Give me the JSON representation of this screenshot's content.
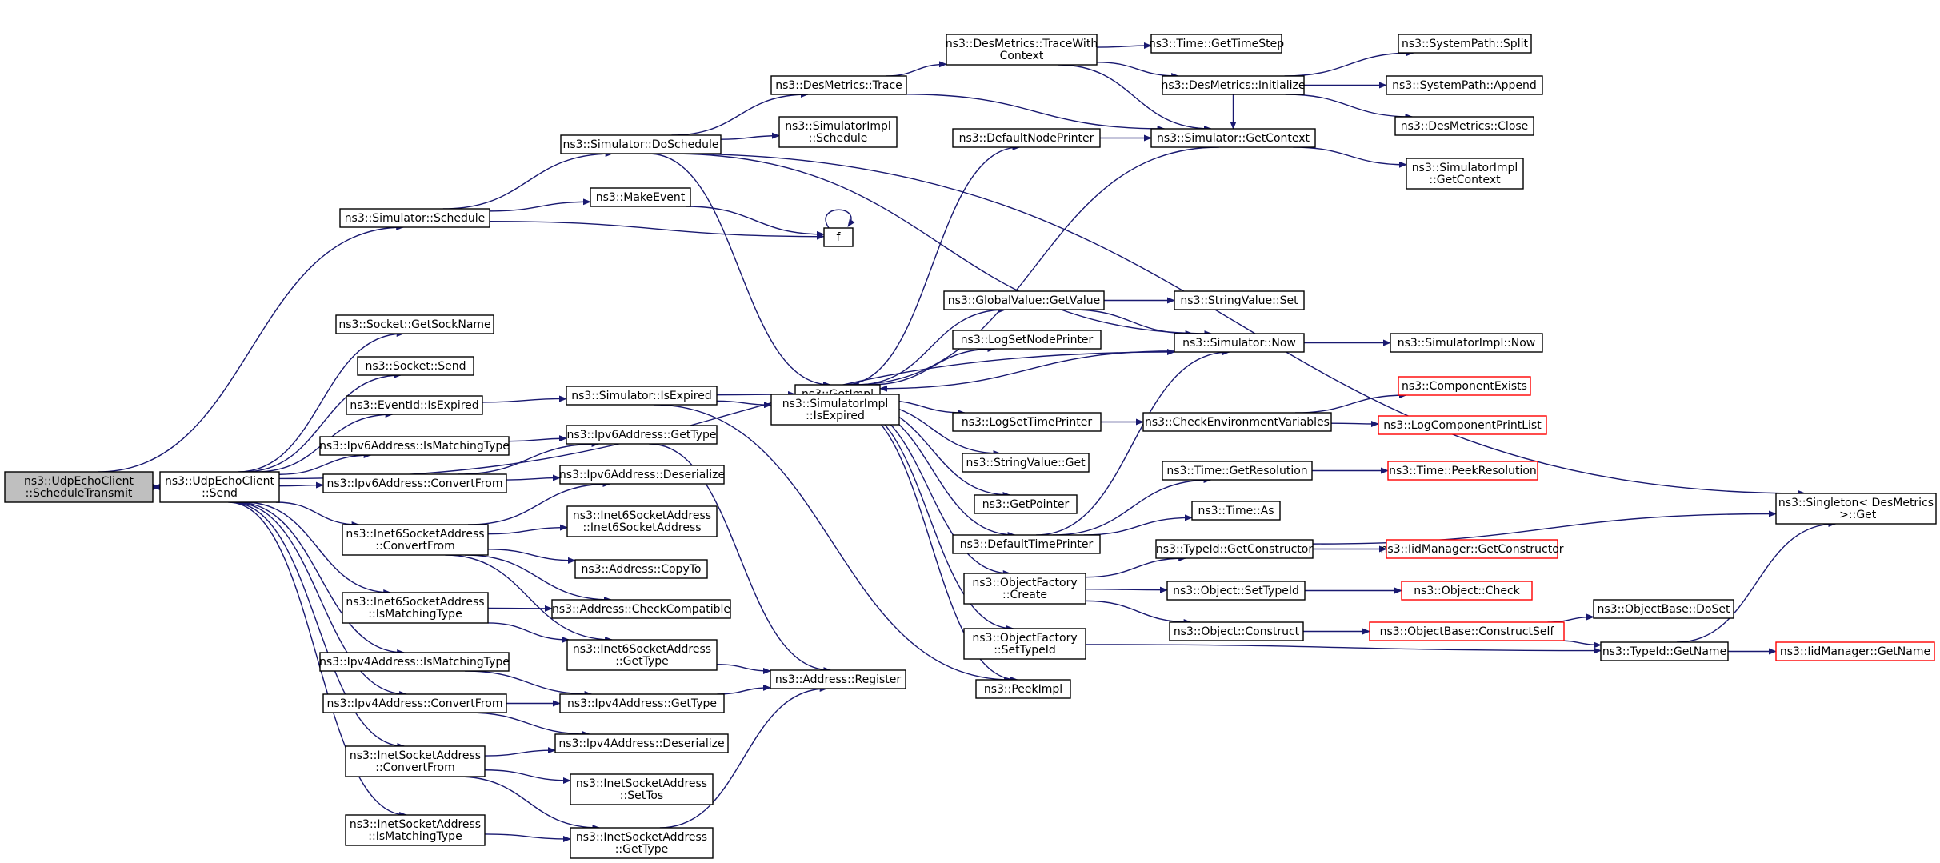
{
  "graph_title": "",
  "colors": {
    "edge": "#191970",
    "node_border": "#000000",
    "external_border": "#ff0000",
    "root_fill": "#bfbfbf"
  },
  "nodes": [
    {
      "id": "root",
      "lines": [
        "ns3::UdpEchoClient",
        "::ScheduleTransmit"
      ],
      "kind": "root"
    },
    {
      "id": "send",
      "lines": [
        "ns3::UdpEchoClient",
        "::Send"
      ],
      "kind": "normal"
    },
    {
      "id": "sim_schedule",
      "lines": [
        "ns3::Simulator::Schedule"
      ],
      "kind": "normal"
    },
    {
      "id": "sim_doschedule",
      "lines": [
        "ns3::Simulator::DoSchedule"
      ],
      "kind": "normal"
    },
    {
      "id": "makeevent",
      "lines": [
        "ns3::MakeEvent"
      ],
      "kind": "normal"
    },
    {
      "id": "f",
      "lines": [
        "f"
      ],
      "kind": "normal"
    },
    {
      "id": "des_trace",
      "lines": [
        "ns3::DesMetrics::Trace"
      ],
      "kind": "normal"
    },
    {
      "id": "des_tracewith",
      "lines": [
        "ns3::DesMetrics::TraceWith",
        "Context"
      ],
      "kind": "normal"
    },
    {
      "id": "time_getstep",
      "lines": [
        "ns3::Time::GetTimeStep"
      ],
      "kind": "normal"
    },
    {
      "id": "des_init",
      "lines": [
        "ns3::DesMetrics::Initialize"
      ],
      "kind": "normal"
    },
    {
      "id": "sp_split",
      "lines": [
        "ns3::SystemPath::Split"
      ],
      "kind": "normal"
    },
    {
      "id": "sp_append",
      "lines": [
        "ns3::SystemPath::Append"
      ],
      "kind": "normal"
    },
    {
      "id": "des_close",
      "lines": [
        "ns3::DesMetrics::Close"
      ],
      "kind": "normal"
    },
    {
      "id": "simimpl_schedule",
      "lines": [
        "ns3::SimulatorImpl",
        "::Schedule"
      ],
      "kind": "normal"
    },
    {
      "id": "defnodeprinter",
      "lines": [
        "ns3::DefaultNodePrinter"
      ],
      "kind": "normal"
    },
    {
      "id": "sim_getcontext",
      "lines": [
        "ns3::Simulator::GetContext"
      ],
      "kind": "normal"
    },
    {
      "id": "simimpl_getcontext",
      "lines": [
        "ns3::SimulatorImpl",
        "::GetContext"
      ],
      "kind": "normal"
    },
    {
      "id": "getimpl",
      "lines": [
        "ns3::GetImpl"
      ],
      "kind": "normal"
    },
    {
      "id": "gv_getvalue",
      "lines": [
        "ns3::GlobalValue::GetValue"
      ],
      "kind": "normal"
    },
    {
      "id": "sv_set",
      "lines": [
        "ns3::StringValue::Set"
      ],
      "kind": "normal"
    },
    {
      "id": "logsetnode",
      "lines": [
        "ns3::LogSetNodePrinter"
      ],
      "kind": "normal"
    },
    {
      "id": "sim_now",
      "lines": [
        "ns3::Simulator::Now"
      ],
      "kind": "normal"
    },
    {
      "id": "simimpl_now",
      "lines": [
        "ns3::SimulatorImpl::Now"
      ],
      "kind": "normal"
    },
    {
      "id": "sock_getsockname",
      "lines": [
        "ns3::Socket::GetSockName"
      ],
      "kind": "normal"
    },
    {
      "id": "sock_send",
      "lines": [
        "ns3::Socket::Send"
      ],
      "kind": "normal"
    },
    {
      "id": "eventid_isexpired",
      "lines": [
        "ns3::EventId::IsExpired"
      ],
      "kind": "normal"
    },
    {
      "id": "sim_isexpired",
      "lines": [
        "ns3::Simulator::IsExpired"
      ],
      "kind": "normal"
    },
    {
      "id": "simimpl_isexpired",
      "lines": [
        "ns3::SimulatorImpl",
        "::IsExpired"
      ],
      "kind": "normal"
    },
    {
      "id": "logsettime",
      "lines": [
        "ns3::LogSetTimePrinter"
      ],
      "kind": "normal"
    },
    {
      "id": "checkenv",
      "lines": [
        "ns3::CheckEnvironmentVariables"
      ],
      "kind": "normal"
    },
    {
      "id": "compexists",
      "lines": [
        "ns3::ComponentExists"
      ],
      "kind": "ext"
    },
    {
      "id": "logcompprint",
      "lines": [
        "ns3::LogComponentPrintList"
      ],
      "kind": "ext"
    },
    {
      "id": "ipv6_ismatch",
      "lines": [
        "ns3::Ipv6Address::IsMatchingType"
      ],
      "kind": "normal"
    },
    {
      "id": "ipv6_gettype",
      "lines": [
        "ns3::Ipv6Address::GetType"
      ],
      "kind": "normal"
    },
    {
      "id": "sv_get",
      "lines": [
        "ns3::StringValue::Get"
      ],
      "kind": "normal"
    },
    {
      "id": "time_getres",
      "lines": [
        "ns3::Time::GetResolution"
      ],
      "kind": "normal"
    },
    {
      "id": "time_peekres",
      "lines": [
        "ns3::Time::PeekResolution"
      ],
      "kind": "ext"
    },
    {
      "id": "ipv6_convert",
      "lines": [
        "ns3::Ipv6Address::ConvertFrom"
      ],
      "kind": "normal"
    },
    {
      "id": "ipv6_deser",
      "lines": [
        "ns3::Ipv6Address::Deserialize"
      ],
      "kind": "normal"
    },
    {
      "id": "getpointer",
      "lines": [
        "ns3::GetPointer"
      ],
      "kind": "normal"
    },
    {
      "id": "time_as",
      "lines": [
        "ns3::Time::As"
      ],
      "kind": "normal"
    },
    {
      "id": "singleton_get",
      "lines": [
        "ns3::Singleton< DesMetrics",
        " >::Get"
      ],
      "kind": "normal"
    },
    {
      "id": "i6sa_convert",
      "lines": [
        "ns3::Inet6SocketAddress",
        "::ConvertFrom"
      ],
      "kind": "normal"
    },
    {
      "id": "i6sa_ctor",
      "lines": [
        "ns3::Inet6SocketAddress",
        "::Inet6SocketAddress"
      ],
      "kind": "normal"
    },
    {
      "id": "deftimeprinter",
      "lines": [
        "ns3::DefaultTimePrinter"
      ],
      "kind": "normal"
    },
    {
      "id": "typeid_getctor",
      "lines": [
        "ns3::TypeId::GetConstructor"
      ],
      "kind": "normal"
    },
    {
      "id": "iid_getctor",
      "lines": [
        "ns3::IidManager::GetConstructor"
      ],
      "kind": "ext"
    },
    {
      "id": "addr_copyto",
      "lines": [
        "ns3::Address::CopyTo"
      ],
      "kind": "normal"
    },
    {
      "id": "of_create",
      "lines": [
        "ns3::ObjectFactory",
        "::Create"
      ],
      "kind": "normal"
    },
    {
      "id": "obj_settypeid",
      "lines": [
        "ns3::Object::SetTypeId"
      ],
      "kind": "normal"
    },
    {
      "id": "obj_check",
      "lines": [
        "ns3::Object::Check"
      ],
      "kind": "ext"
    },
    {
      "id": "i6sa_ismatch",
      "lines": [
        "ns3::Inet6SocketAddress",
        "::IsMatchingType"
      ],
      "kind": "normal"
    },
    {
      "id": "addr_checkcompat",
      "lines": [
        "ns3::Address::CheckCompatible"
      ],
      "kind": "normal"
    },
    {
      "id": "objbase_doset",
      "lines": [
        "ns3::ObjectBase::DoSet"
      ],
      "kind": "normal"
    },
    {
      "id": "obj_construct",
      "lines": [
        "ns3::Object::Construct"
      ],
      "kind": "normal"
    },
    {
      "id": "objbase_constructself",
      "lines": [
        "ns3::ObjectBase::ConstructSelf"
      ],
      "kind": "ext"
    },
    {
      "id": "of_settypeid",
      "lines": [
        "ns3::ObjectFactory",
        "::SetTypeId"
      ],
      "kind": "normal"
    },
    {
      "id": "typeid_getname",
      "lines": [
        "ns3::TypeId::GetName"
      ],
      "kind": "normal"
    },
    {
      "id": "iid_getname",
      "lines": [
        "ns3::IidManager::GetName"
      ],
      "kind": "ext"
    },
    {
      "id": "i6sa_gettype",
      "lines": [
        "ns3::Inet6SocketAddress",
        "::GetType"
      ],
      "kind": "normal"
    },
    {
      "id": "ipv4_ismatch",
      "lines": [
        "ns3::Ipv4Address::IsMatchingType"
      ],
      "kind": "normal"
    },
    {
      "id": "addr_register",
      "lines": [
        "ns3::Address::Register"
      ],
      "kind": "normal"
    },
    {
      "id": "peekimpl",
      "lines": [
        "ns3::PeekImpl"
      ],
      "kind": "normal"
    },
    {
      "id": "ipv4_convert",
      "lines": [
        "ns3::Ipv4Address::ConvertFrom"
      ],
      "kind": "normal"
    },
    {
      "id": "ipv4_gettype",
      "lines": [
        "ns3::Ipv4Address::GetType"
      ],
      "kind": "normal"
    },
    {
      "id": "ipv4_deser",
      "lines": [
        "ns3::Ipv4Address::Deserialize"
      ],
      "kind": "normal"
    },
    {
      "id": "isa_convert",
      "lines": [
        "ns3::InetSocketAddress",
        "::ConvertFrom"
      ],
      "kind": "normal"
    },
    {
      "id": "isa_settos",
      "lines": [
        "ns3::InetSocketAddress",
        "::SetTos"
      ],
      "kind": "normal"
    },
    {
      "id": "isa_ismatch",
      "lines": [
        "ns3::InetSocketAddress",
        "::IsMatchingType"
      ],
      "kind": "normal"
    },
    {
      "id": "isa_gettype",
      "lines": [
        "ns3::InetSocketAddress",
        "::GetType"
      ],
      "kind": "normal"
    }
  ],
  "edges": [
    [
      "root",
      "send"
    ],
    [
      "send",
      "root"
    ],
    [
      "root",
      "sim_schedule"
    ],
    [
      "sim_schedule",
      "sim_doschedule"
    ],
    [
      "sim_schedule",
      "makeevent"
    ],
    [
      "sim_schedule",
      "f"
    ],
    [
      "makeevent",
      "f"
    ],
    [
      "f",
      "f"
    ],
    [
      "sim_doschedule",
      "des_trace"
    ],
    [
      "sim_doschedule",
      "simimpl_schedule"
    ],
    [
      "sim_doschedule",
      "getimpl"
    ],
    [
      "sim_doschedule",
      "sim_now"
    ],
    [
      "sim_doschedule",
      "singleton_get"
    ],
    [
      "des_trace",
      "des_tracewith"
    ],
    [
      "des_trace",
      "sim_getcontext"
    ],
    [
      "des_tracewith",
      "time_getstep"
    ],
    [
      "des_tracewith",
      "des_init"
    ],
    [
      "des_tracewith",
      "sim_getcontext"
    ],
    [
      "des_init",
      "sp_split"
    ],
    [
      "des_init",
      "sp_append"
    ],
    [
      "des_init",
      "des_close"
    ],
    [
      "des_init",
      "sim_getcontext"
    ],
    [
      "defnodeprinter",
      "sim_getcontext"
    ],
    [
      "sim_getcontext",
      "simimpl_getcontext"
    ],
    [
      "sim_getcontext",
      "getimpl"
    ],
    [
      "getimpl",
      "defnodeprinter"
    ],
    [
      "getimpl",
      "gv_getvalue"
    ],
    [
      "getimpl",
      "logsetnode"
    ],
    [
      "getimpl",
      "logsettime"
    ],
    [
      "getimpl",
      "sv_get"
    ],
    [
      "getimpl",
      "getpointer"
    ],
    [
      "getimpl",
      "deftimeprinter"
    ],
    [
      "getimpl",
      "of_create"
    ],
    [
      "getimpl",
      "of_settypeid"
    ],
    [
      "getimpl",
      "peekimpl"
    ],
    [
      "gv_getvalue",
      "sv_set"
    ],
    [
      "gv_getvalue",
      "sim_now"
    ],
    [
      "sim_now",
      "simimpl_now"
    ],
    [
      "sim_now",
      "getimpl"
    ],
    [
      "send",
      "sim_now"
    ],
    [
      "send",
      "sock_getsockname"
    ],
    [
      "send",
      "sock_send"
    ],
    [
      "send",
      "eventid_isexpired"
    ],
    [
      "send",
      "ipv6_ismatch"
    ],
    [
      "send",
      "ipv6_convert"
    ],
    [
      "send",
      "i6sa_convert"
    ],
    [
      "send",
      "i6sa_ismatch"
    ],
    [
      "send",
      "ipv4_ismatch"
    ],
    [
      "send",
      "ipv4_convert"
    ],
    [
      "send",
      "isa_convert"
    ],
    [
      "send",
      "isa_ismatch"
    ],
    [
      "eventid_isexpired",
      "sim_isexpired"
    ],
    [
      "sim_isexpired",
      "getimpl"
    ],
    [
      "sim_isexpired",
      "simimpl_isexpired"
    ],
    [
      "sim_isexpired",
      "peekimpl"
    ],
    [
      "logsettime",
      "checkenv"
    ],
    [
      "checkenv",
      "compexists"
    ],
    [
      "checkenv",
      "logcompprint"
    ],
    [
      "ipv6_ismatch",
      "ipv6_gettype"
    ],
    [
      "ipv6_convert",
      "ipv6_gettype"
    ],
    [
      "ipv6_convert",
      "ipv6_deser"
    ],
    [
      "ipv6_gettype",
      "addr_register"
    ],
    [
      "i6sa_convert",
      "ipv6_deser"
    ],
    [
      "i6sa_convert",
      "i6sa_ctor"
    ],
    [
      "i6sa_convert",
      "addr_copyto"
    ],
    [
      "i6sa_convert",
      "addr_checkcompat"
    ],
    [
      "i6sa_convert",
      "i6sa_gettype"
    ],
    [
      "i6sa_ismatch",
      "addr_checkcompat"
    ],
    [
      "i6sa_ismatch",
      "i6sa_gettype"
    ],
    [
      "i6sa_gettype",
      "addr_register"
    ],
    [
      "ipv4_ismatch",
      "ipv4_gettype"
    ],
    [
      "ipv4_convert",
      "ipv4_gettype"
    ],
    [
      "ipv4_convert",
      "ipv4_deser"
    ],
    [
      "ipv4_gettype",
      "addr_register"
    ],
    [
      "isa_convert",
      "ipv4_deser"
    ],
    [
      "isa_convert",
      "isa_settos"
    ],
    [
      "isa_convert",
      "isa_gettype"
    ],
    [
      "isa_ismatch",
      "isa_gettype"
    ],
    [
      "isa_gettype",
      "addr_register"
    ],
    [
      "deftimeprinter",
      "sim_now"
    ],
    [
      "deftimeprinter",
      "time_getres"
    ],
    [
      "deftimeprinter",
      "time_as"
    ],
    [
      "time_getres",
      "time_peekres"
    ],
    [
      "of_create",
      "typeid_getctor"
    ],
    [
      "of_create",
      "obj_settypeid"
    ],
    [
      "of_create",
      "obj_construct"
    ],
    [
      "typeid_getctor",
      "iid_getctor"
    ],
    [
      "typeid_getctor",
      "singleton_get"
    ],
    [
      "obj_settypeid",
      "obj_check"
    ],
    [
      "obj_construct",
      "objbase_constructself"
    ],
    [
      "objbase_constructself",
      "objbase_doset"
    ],
    [
      "objbase_constructself",
      "typeid_getname"
    ],
    [
      "of_settypeid",
      "typeid_getname"
    ],
    [
      "typeid_getname",
      "iid_getname"
    ],
    [
      "typeid_getname",
      "singleton_get"
    ]
  ]
}
